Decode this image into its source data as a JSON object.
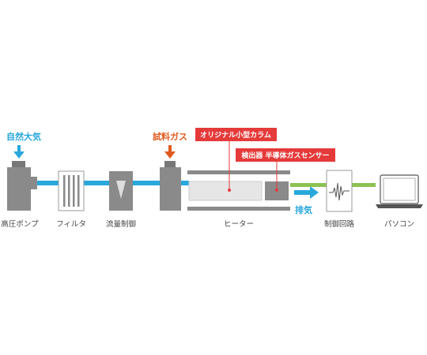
{
  "inputs": {
    "air_label": "自然大気",
    "sample_gas_label": "試料ガス",
    "exhaust_label": "排気"
  },
  "components": {
    "pump": "高圧ポンプ",
    "filter": "フィルタ",
    "flow_control": "流量制御",
    "heater": "ヒーター",
    "control_circuit": "制御回路",
    "pc": "パソコン"
  },
  "callouts": {
    "column": "オリジナル小型カラム",
    "detector": "検出器 半導体ガスセンサー"
  },
  "colors": {
    "air_blue": "#29a8dc",
    "sample_orange": "#e05a1e",
    "signal_green": "#8cc152",
    "tag_red": "#e53a3a",
    "device_gray": "#8a8a8a"
  }
}
